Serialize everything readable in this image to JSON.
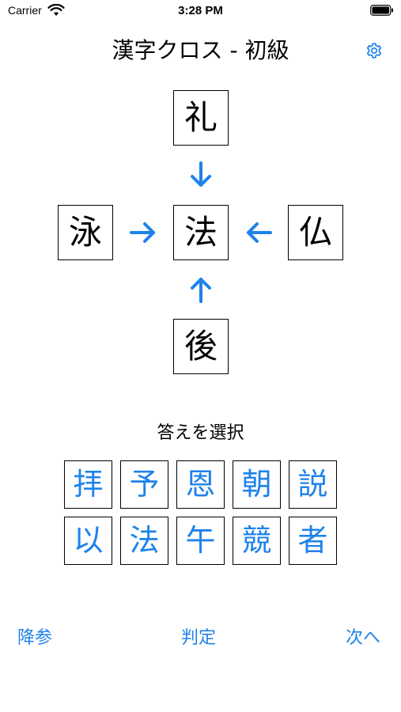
{
  "status_bar": {
    "carrier": "Carrier",
    "time": "3:28 PM"
  },
  "nav": {
    "title": "漢字クロス - 初級",
    "settings_icon": "gear-icon"
  },
  "puzzle": {
    "top": "礼",
    "left": "泳",
    "center": "法",
    "right": "仏",
    "bottom": "後"
  },
  "choices": {
    "label": "答えを選択",
    "row1": [
      "拝",
      "予",
      "恩",
      "朝",
      "説"
    ],
    "row2": [
      "以",
      "法",
      "午",
      "競",
      "者"
    ]
  },
  "toolbar": {
    "give_up": "降参",
    "check": "判定",
    "next": "次へ"
  },
  "colors": {
    "accent": "#1e82ea",
    "text": "#000000"
  }
}
